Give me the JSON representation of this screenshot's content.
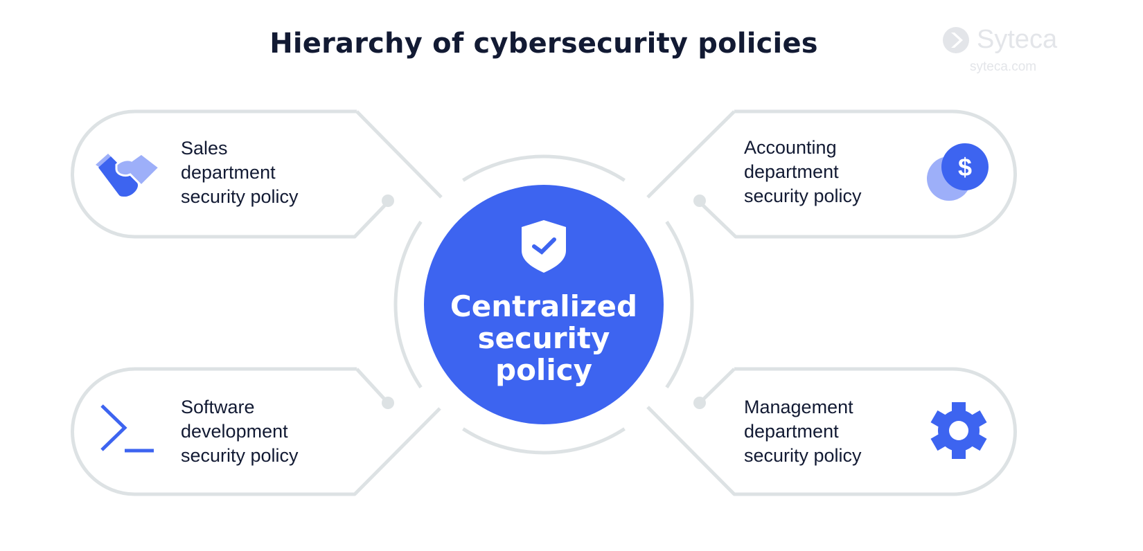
{
  "title": "Hierarchy of cybersecurity policies",
  "logo": {
    "name": "Syteca",
    "url": "syteca.com"
  },
  "center": {
    "lines": [
      "Centralized",
      "security",
      "policy"
    ],
    "icon": "shield-check-icon"
  },
  "policies": [
    {
      "lines": [
        "Sales",
        "department",
        "security policy"
      ],
      "icon": "handshake-icon"
    },
    {
      "lines": [
        "Accounting",
        "department",
        "security policy"
      ],
      "icon": "coins-dollar-icon"
    },
    {
      "lines": [
        "Software",
        "development",
        "security policy"
      ],
      "icon": "terminal-icon"
    },
    {
      "lines": [
        "Management",
        "department",
        "security policy"
      ],
      "icon": "gear-icon"
    }
  ],
  "colors": {
    "primary": "#3d64f0",
    "light": "#9daff9",
    "line": "#dde2e4",
    "text": "#121a33"
  }
}
